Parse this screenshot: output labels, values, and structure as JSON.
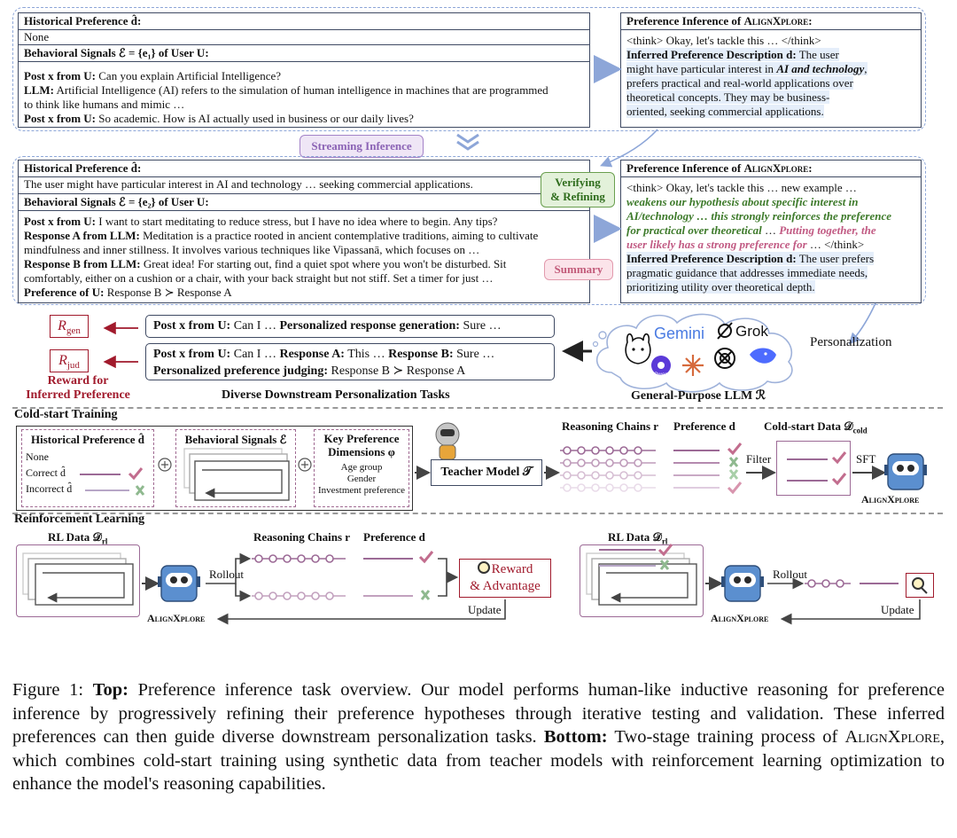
{
  "top": {
    "block1": {
      "hist_header": "Historical Preference d̂:",
      "hist_value": "None",
      "signals_header": "Behavioral Signals ℰ = {e₁} of User U:",
      "post1_label": "Post x from U:",
      "post1_text": "Can you explain Artificial Intelligence?",
      "llm_label": "LLM:",
      "llm_text_1": "Artificial Intelligence (AI) refers to the simulation of human intelligence in machines that are programmed",
      "llm_text_2": "to think like humans and mimic …",
      "post2_label": "Post x from U:",
      "post2_text": "So academic. How is AI actually used in business or our daily lives?"
    },
    "infer1": {
      "header_pre": "Preference Inference of ",
      "header_name": "AlignXplore",
      "header_post": ":",
      "think": "<think> Okay, let's tackle this … </think>",
      "desc_label": "Inferred Preference Description d:",
      "desc_1": "The user",
      "desc_2a": "might have particular interest in ",
      "desc_2b": "AI and technology",
      "desc_2c": ",",
      "desc_3": "prefers practical and real-world applications over",
      "desc_4": "theoretical concepts. They may be business-",
      "desc_5": "oriented, seeking commercial applications."
    },
    "streaming_label": "Streaming Inference",
    "block2": {
      "hist_header": "Historical Preference d̂:",
      "hist_value": "The user might have particular interest in AI and technology … seeking commercial applications.",
      "signals_header": "Behavioral Signals ℰ = {e₂} of User U:",
      "post_label": "Post x from U:",
      "post_text": "I want to start meditating to reduce stress, but I have no idea where to begin. Any tips?",
      "respA_label": "Response A from LLM:",
      "respA_1": "Meditation is a practice rooted in ancient contemplative traditions, aiming to cultivate",
      "respA_2": "mindfulness and inner stillness. It involves various techniques like Vipassanā, which focuses on …",
      "respB_label": "Response B from LLM:",
      "respB_1": "Great idea! For starting out, find a quiet spot where you won't be disturbed. Sit",
      "respB_2": "comfortably, either on a cushion or a chair, with your back straight but not stiff. Set a timer for just …",
      "pref_label": "Preference of U:",
      "pref_text": "Response B ≻ Response A"
    },
    "verify_label_1": "Verifying",
    "verify_label_2": "& Refining",
    "summary_label": "Summary",
    "infer2": {
      "header_pre": "Preference Inference of ",
      "header_name": "AlignXplore",
      "header_post": ":",
      "think": "<think> Okay, let's tackle this … new example …",
      "g1": "weakens our hypothesis about specific interest in",
      "g2": "AI/technology … this strongly reinforces the preference",
      "g3": "for practical over theoretical",
      "g3b": " … ",
      "p1": "Putting together, the",
      "p2": "user likely has a strong preference for",
      "p2b": " … </think>",
      "desc_label": "Inferred Preference Description d:",
      "desc_1": "The user prefers",
      "desc_2": "pragmatic guidance that addresses immediate needs,",
      "desc_3": "prioritizing utility over theoretical depth."
    },
    "tasks": {
      "rgen": "R",
      "rgen_sub": "gen",
      "rjud": "R",
      "rjud_sub": "jud",
      "reward_label_1": "Reward for",
      "reward_label_2": "Inferred Preference",
      "gen_a": "Post x from U:",
      "gen_b": " Can I … ",
      "gen_c": "Personalized response generation:",
      "gen_d": " Sure …",
      "jud_a": "Post x from U:",
      "jud_b": " Can I … ",
      "jud_c": "Response A:",
      "jud_d": " This … ",
      "jud_e": "Response B:",
      "jud_f": " Sure …",
      "jud_g": "Personalized preference judging:",
      "jud_h": " Response B ≻ Response A",
      "tasks_title": "Diverse Downstream Personalization Tasks",
      "llm_title": "General-Purpose LLM ℛ",
      "personalization": "Personalization",
      "gemini": "Gemini",
      "grok": "Grok",
      "qwen": "Qwen"
    }
  },
  "cold": {
    "title": "Cold-start Training",
    "hist_title": "Historical Preference d̂",
    "none": "None",
    "correct": "Correct d̂",
    "incorrect": "Incorrect d̂",
    "signals_title": "Behavioral Signals ℰ",
    "key_title_1": "Key Preference",
    "key_title_2": "Dimensions φ",
    "dims": [
      "Age group",
      "Gender",
      "Investment preference"
    ],
    "teacher": "Teacher Model 𝒯",
    "chains_title": "Reasoning Chains r",
    "pref_title": "Preference d",
    "data_title": "Cold-start Data 𝒟",
    "data_sub": "cold",
    "filter": "Filter",
    "sft": "SFT",
    "model": "AlignXplore"
  },
  "rl": {
    "title": "Reinforcement Learning",
    "data_title": "RL Data 𝒟",
    "data_sub": "rl",
    "rollout": "Rollout",
    "model": "AlignXplore",
    "chains_title": "Reasoning Chains r",
    "pref_title": "Preference d",
    "reward_1": "Reward",
    "reward_2": "& Advantage",
    "update": "Update",
    "data_title_2": "RL Data 𝒟",
    "data_sub_2": "rl",
    "rollout_2": "Rollout",
    "model_2": "AlignXplore",
    "update_2": "Update"
  },
  "caption": {
    "label": "Figure 1:",
    "top_label": "Top:",
    "top_text": "Preference inference task overview. Our model performs human-like inductive reasoning for preference inference by progressively refining their preference hypotheses through iterative testing and validation. These inferred preferences can then guide diverse downstream personalization tasks.",
    "bottom_label": "Bottom:",
    "bottom_text_1": "Two-stage training process of ",
    "bottom_name": "AlignXplore",
    "bottom_text_2": ", which combines cold-start training using synthetic data from teacher models with reinforcement learning optimization to enhance the model's reasoning capabilities."
  }
}
